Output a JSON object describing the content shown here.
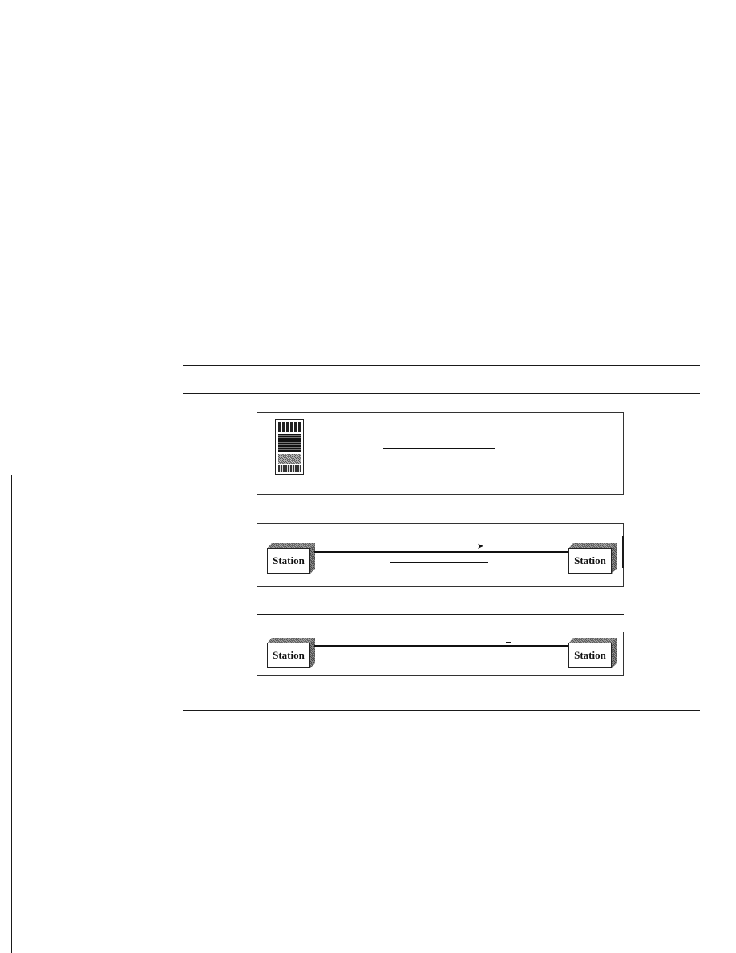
{
  "diagram": {
    "panels": [
      {
        "id": "server-link"
      },
      {
        "id": "point-to-point",
        "left_station": "Station",
        "right_station": "Station",
        "arrow": "➤"
      },
      {
        "id": "dedicated-link",
        "left_station": "Station",
        "right_station": "Station"
      }
    ]
  }
}
